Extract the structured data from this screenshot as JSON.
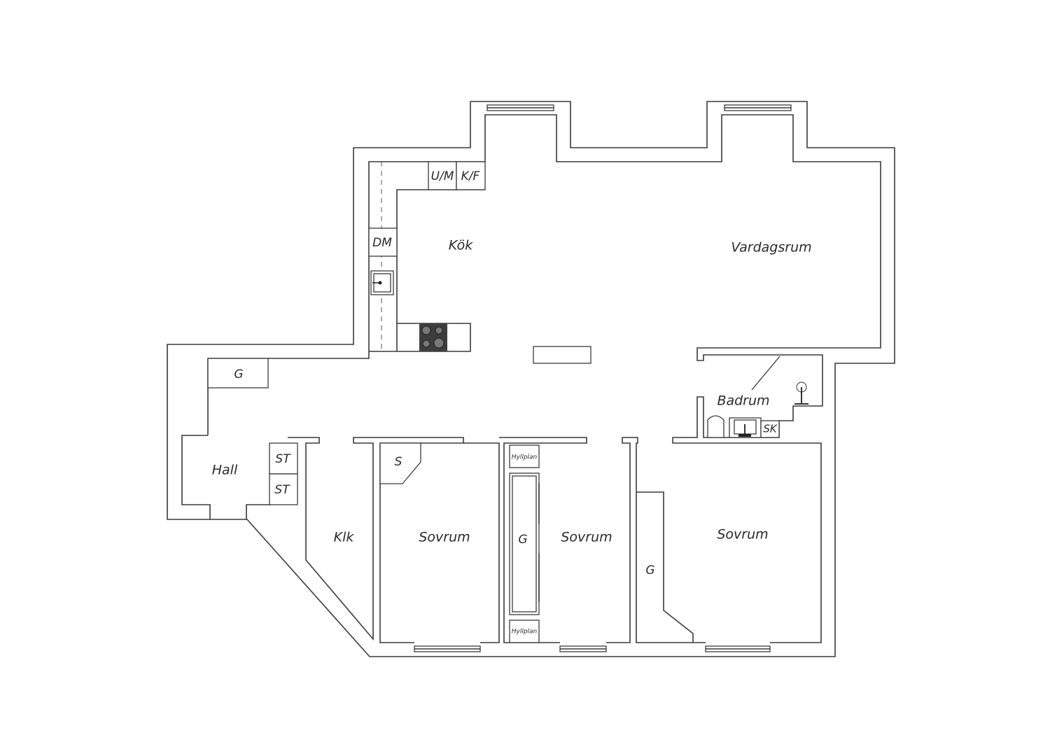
{
  "rooms": {
    "kitchen": "Kök",
    "living": "Vardagsrum",
    "bath": "Badrum",
    "hall": "Hall",
    "walk_in_closet": "Klk",
    "bedroom1": "Sovrum",
    "bedroom2": "Sovrum",
    "bedroom3": "Sovrum"
  },
  "fixtures": {
    "microwave_oven": "U/M",
    "fridge_freezer": "K/F",
    "dishwasher": "DM",
    "hall_wardrobe": "G",
    "storage1": "ST",
    "storage2": "ST",
    "bedroom1_wardrobe": "S",
    "shelf_top": "Hyllplan",
    "shelf_bottom": "Hyllplan",
    "bedroom2_wardrobe": "G",
    "bedroom3_wardrobe": "G",
    "bath_cabinet": "SK"
  }
}
